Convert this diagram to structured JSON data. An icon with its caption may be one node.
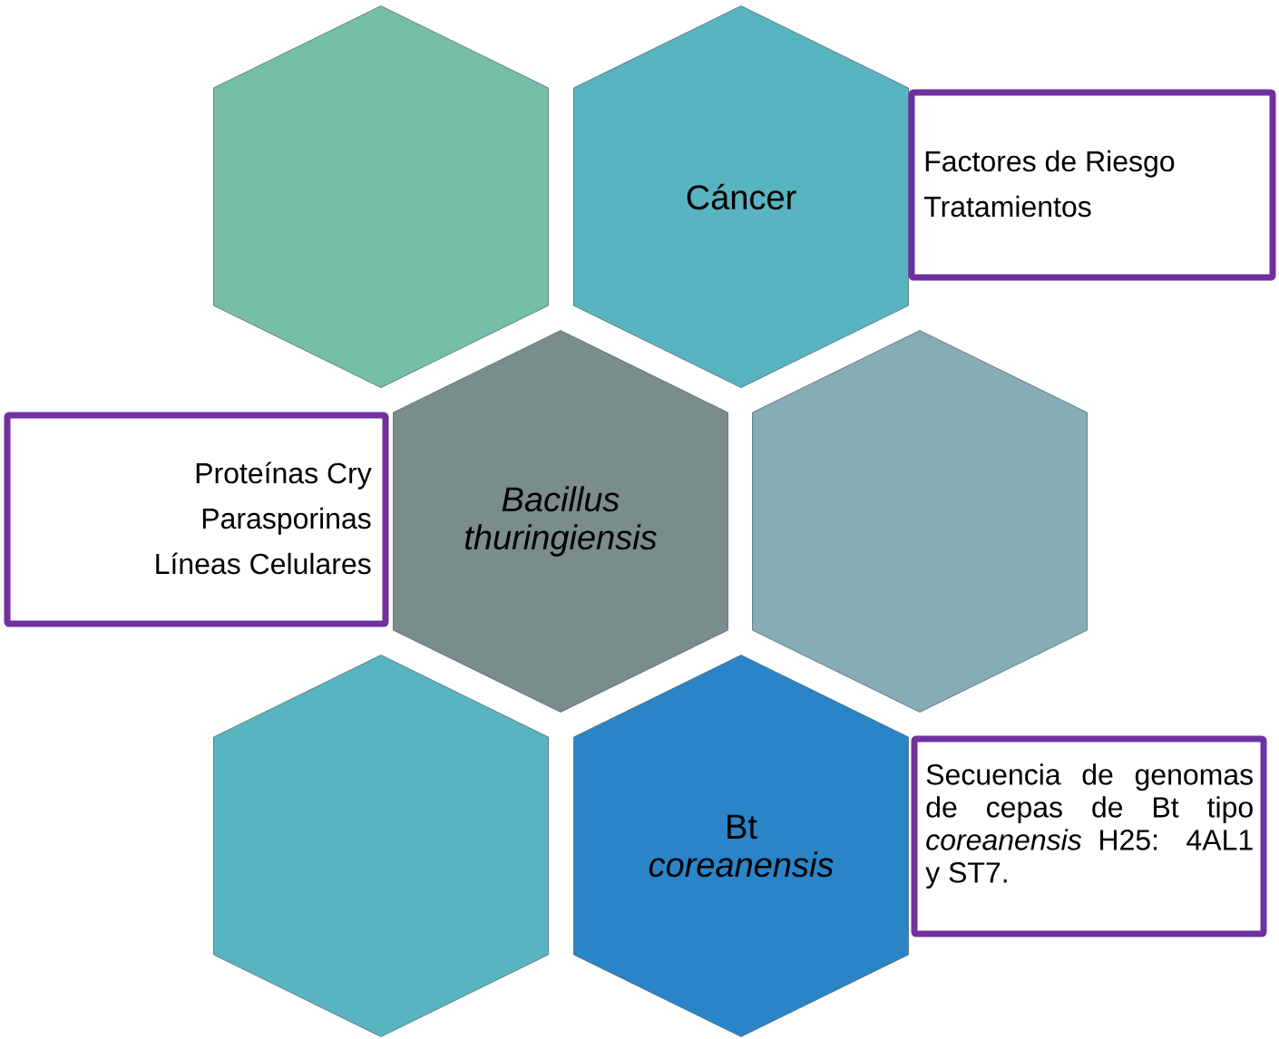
{
  "diagram": {
    "nodes": [
      {
        "text": [],
        "shape": "hexagon"
      },
      {
        "text": [
          "Cáncer"
        ]
      },
      {
        "text": [
          "Factores de Riesgo",
          "Tratamientos"
        ]
      },
      {
        "text": [
          "Proteínas Cry",
          "Parasporinas",
          "Líneas Celulares"
        ]
      },
      {
        "text": [
          "Bacillus thuringiensis"
        ]
      },
      {
        "text": [],
        "shape": "hexagon"
      },
      {
        "text": [],
        "shape": "hexagon"
      },
      {
        "text": [
          "Bt *coreanensis*"
        ]
      },
      {
        "text": [
          "Secuencia de genomas de cepas de Bt tipo *coreanensis* H25: 4AL1 y ST7."
        ]
      }
    ]
  }
}
